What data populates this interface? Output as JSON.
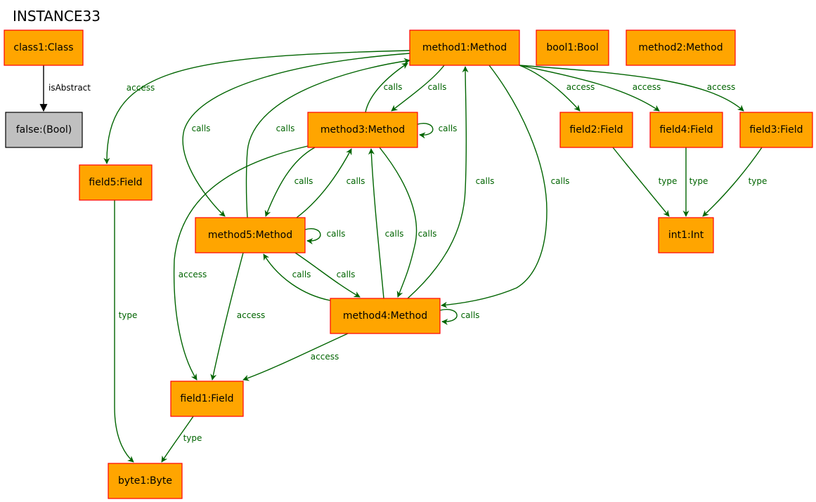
{
  "title": "INSTANCE33",
  "colors": {
    "node_fill": "#ffa500",
    "node_stroke": "#ff0000",
    "special_fill": "#c0c0c0",
    "special_stroke": "#000000",
    "edge": "#006400",
    "edge_special": "#000000"
  },
  "nodes": [
    {
      "id": "class1",
      "label": "class1:Class"
    },
    {
      "id": "false",
      "label": "false:(Bool)",
      "special": true
    },
    {
      "id": "method1",
      "label": "method1:Method"
    },
    {
      "id": "bool1",
      "label": "bool1:Bool"
    },
    {
      "id": "method2",
      "label": "method2:Method"
    },
    {
      "id": "field5",
      "label": "field5:Field"
    },
    {
      "id": "method3",
      "label": "method3:Method"
    },
    {
      "id": "field2",
      "label": "field2:Field"
    },
    {
      "id": "field4",
      "label": "field4:Field"
    },
    {
      "id": "field3",
      "label": "field3:Field"
    },
    {
      "id": "method5",
      "label": "method5:Method"
    },
    {
      "id": "int1",
      "label": "int1:Int"
    },
    {
      "id": "method4",
      "label": "method4:Method"
    },
    {
      "id": "field1",
      "label": "field1:Field"
    },
    {
      "id": "byte1",
      "label": "byte1:Byte"
    }
  ],
  "edges": [
    {
      "from": "class1",
      "to": "false",
      "label": "isAbstract",
      "special": true
    },
    {
      "from": "method1",
      "to": "field5",
      "label": "access"
    },
    {
      "from": "method1",
      "to": "method5",
      "label": "calls"
    },
    {
      "from": "method5",
      "to": "method1",
      "label": "calls"
    },
    {
      "from": "method3",
      "to": "method1",
      "label": "calls"
    },
    {
      "from": "method1",
      "to": "method3",
      "label": "calls"
    },
    {
      "from": "method4",
      "to": "method1",
      "label": "calls"
    },
    {
      "from": "method1",
      "to": "method4",
      "label": "calls"
    },
    {
      "from": "method1",
      "to": "field2",
      "label": "access"
    },
    {
      "from": "method1",
      "to": "field4",
      "label": "access"
    },
    {
      "from": "method1",
      "to": "field3",
      "label": "access"
    },
    {
      "from": "method3",
      "to": "method3",
      "label": "calls"
    },
    {
      "from": "method3",
      "to": "method5",
      "label": "calls"
    },
    {
      "from": "method5",
      "to": "method3",
      "label": "calls"
    },
    {
      "from": "method3",
      "to": "field1",
      "label": "access"
    },
    {
      "from": "method4",
      "to": "method3",
      "label": "calls"
    },
    {
      "from": "method3",
      "to": "method4",
      "label": "calls"
    },
    {
      "from": "method5",
      "to": "method5",
      "label": "calls"
    },
    {
      "from": "method5",
      "to": "method4",
      "label": "calls"
    },
    {
      "from": "method4",
      "to": "method5",
      "label": "calls"
    },
    {
      "from": "method5",
      "to": "field1",
      "label": "access"
    },
    {
      "from": "method4",
      "to": "method4",
      "label": "calls"
    },
    {
      "from": "method4",
      "to": "field1",
      "label": "access"
    },
    {
      "from": "field5",
      "to": "byte1",
      "label": "type"
    },
    {
      "from": "field1",
      "to": "byte1",
      "label": "type"
    },
    {
      "from": "field2",
      "to": "int1",
      "label": "type"
    },
    {
      "from": "field4",
      "to": "int1",
      "label": "type"
    },
    {
      "from": "field3",
      "to": "int1",
      "label": "type"
    }
  ]
}
